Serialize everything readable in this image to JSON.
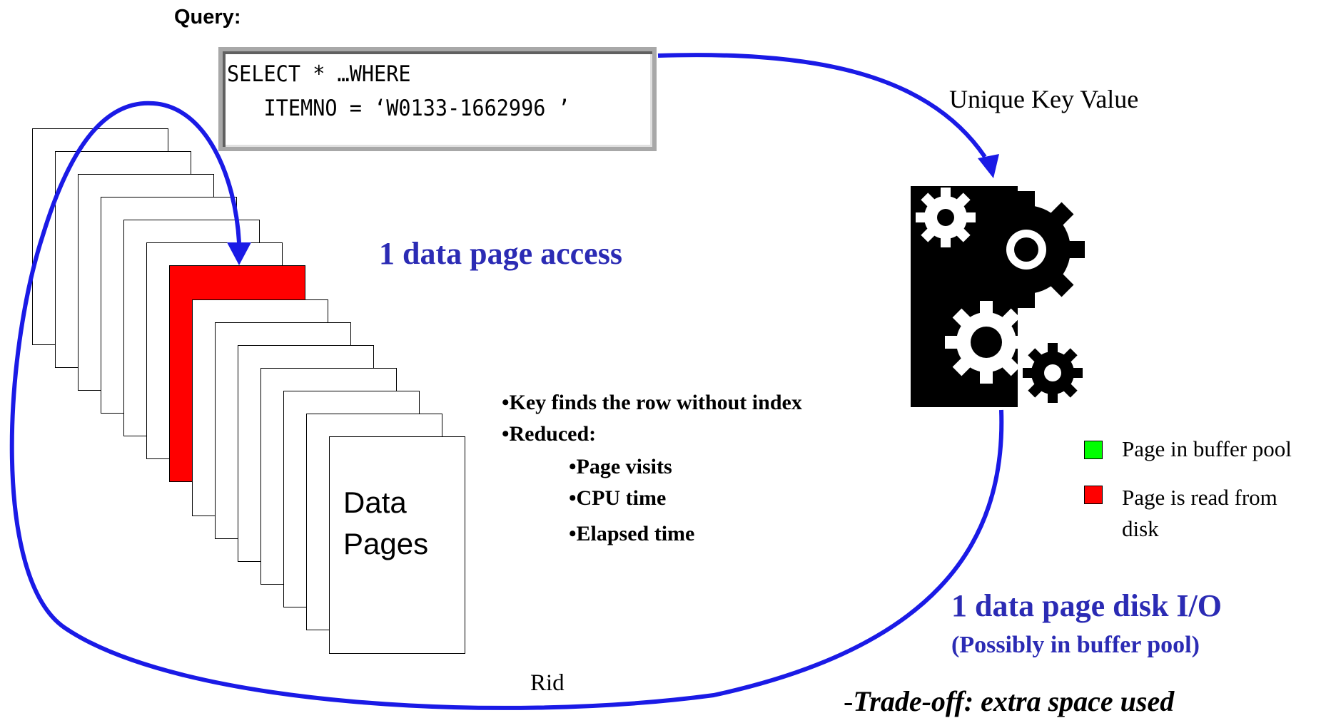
{
  "query": {
    "label": "Query:",
    "line1": "SELECT * …WHERE",
    "line2": "   ITEMNO = ‘W0133-1662996 ’"
  },
  "labels": {
    "unique_key": "Unique Key Value",
    "data_access": "1 data page access",
    "data_pages_line1": "Data",
    "data_pages_line2": "Pages",
    "rid": "Rid"
  },
  "bullets": {
    "b1": "•Key finds the row without index",
    "b2": "•Reduced:",
    "b3": "•Page visits",
    "b4": "•CPU time",
    "b5": "•Elapsed time"
  },
  "legend": {
    "buffer_pool": "Page in buffer pool",
    "read_disk_line1": "Page is read from",
    "read_disk_line2": "disk",
    "buffer_color": "#00ff00",
    "disk_color": "#ff0000"
  },
  "io": {
    "title": "1 data page disk I/O",
    "subtitle": "(Possibly in buffer pool)",
    "tradeoff_dash": "-",
    "tradeoff": "Trade-off: extra space used"
  },
  "colors": {
    "arrow_blue": "#1a1ae6",
    "heading_blue": "#2b2bb4",
    "highlight_page": "#ff0000"
  },
  "icons": {
    "hash_engine": "gears-icon"
  }
}
